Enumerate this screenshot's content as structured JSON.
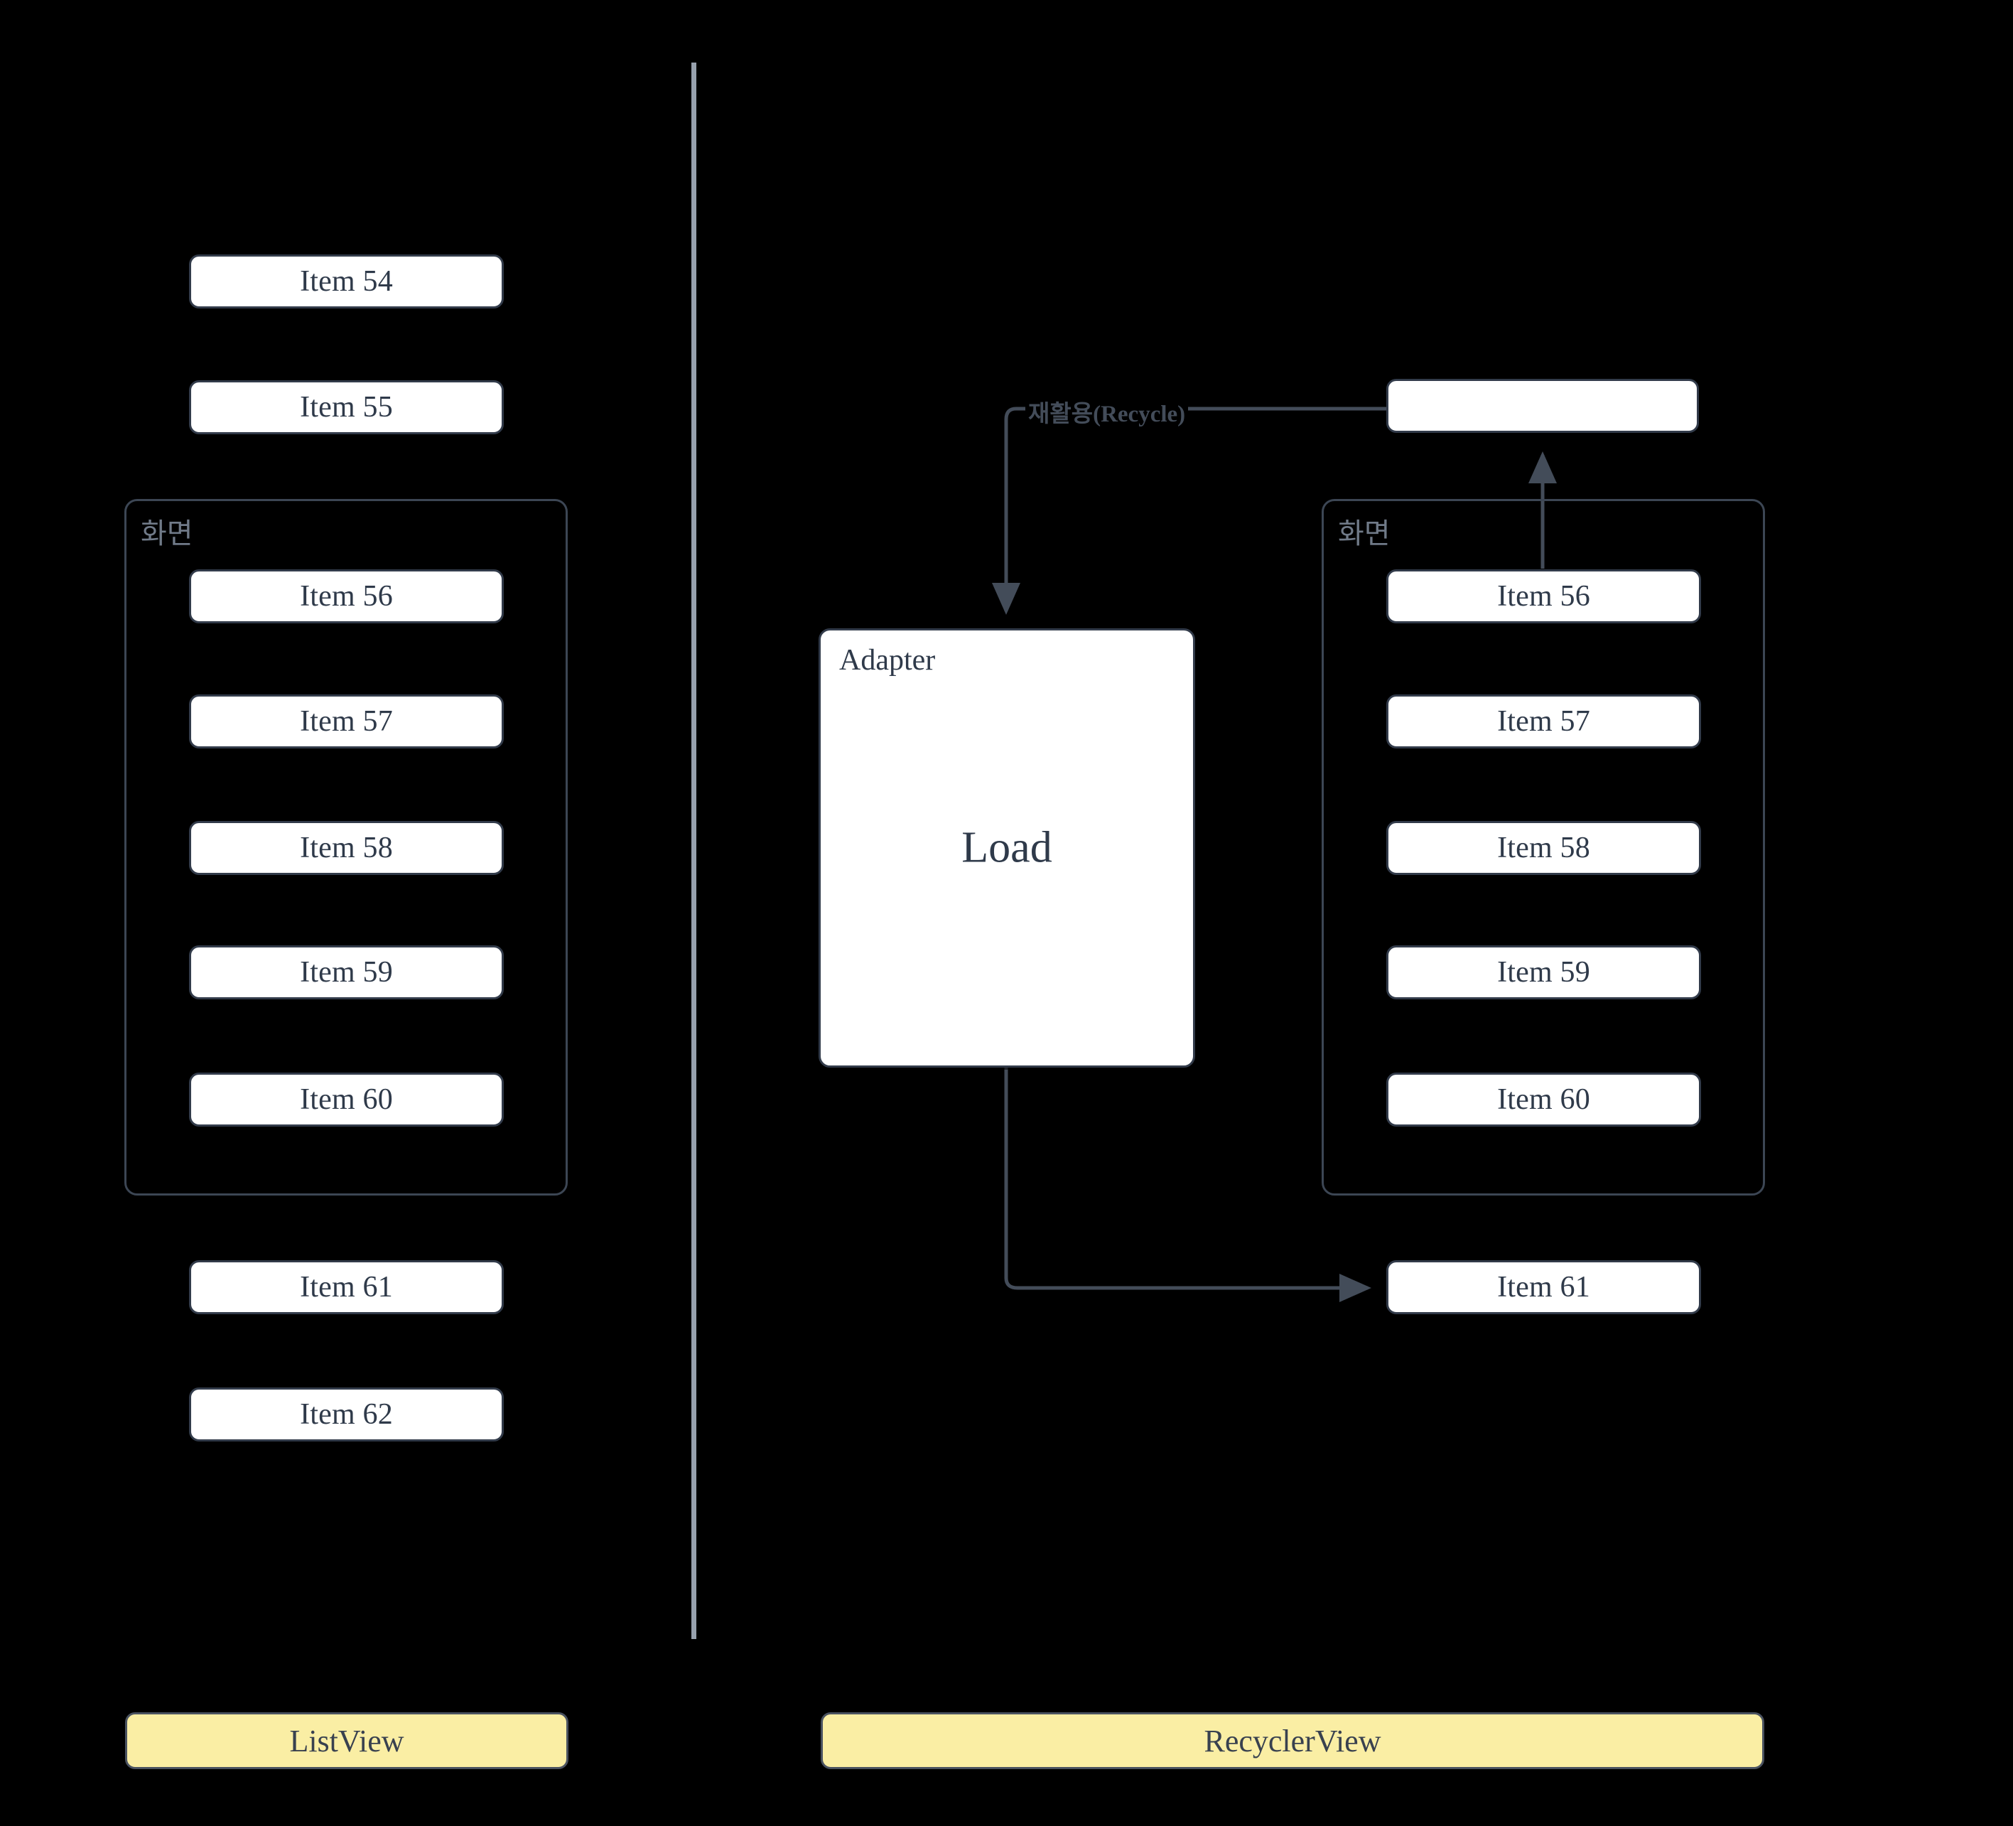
{
  "diagram": {
    "background": "#000000",
    "accent_yellow": "#faeea4",
    "node_border": "#323b4a",
    "group_border": "#3c4654",
    "text_color": "#2f3a4a",
    "muted_text": "#707a88",
    "edge_color": "#434c59",
    "divider_color": "#97a1ad"
  },
  "left_panel": {
    "banner_label": "ListView",
    "screen_label": "화면",
    "items_above": [
      "Item 54",
      "Item 55"
    ],
    "items_on_screen": [
      "Item 56",
      "Item 57",
      "Item 58",
      "Item 59",
      "Item 60"
    ],
    "items_below": [
      "Item 61",
      "Item 62"
    ]
  },
  "right_panel": {
    "banner_label": "RecyclerView",
    "screen_label": "화면",
    "recycled_box_label": "",
    "items_on_screen": [
      "Item 56",
      "Item 57",
      "Item 58",
      "Item 59",
      "Item 60"
    ],
    "items_below": [
      "Item 61"
    ],
    "adapter": {
      "title": "Adapter",
      "center_label": "Load"
    },
    "edges": [
      {
        "label": "재활용(Recycle)",
        "from": "recycled-view-box",
        "to": "adapter"
      },
      {
        "label": "",
        "from": "adapter",
        "to": "item-61"
      },
      {
        "label": "",
        "from": "screen-group",
        "to": "recycled-view-box"
      }
    ]
  }
}
